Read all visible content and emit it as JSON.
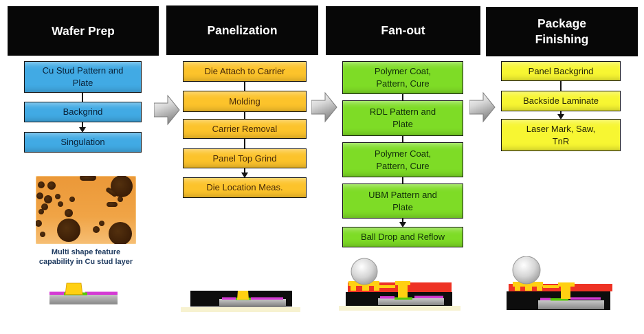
{
  "diagram": {
    "columns": [
      {
        "header": "Wafer Prep",
        "box_color": "#41AAE4",
        "text_color": "#0A2238",
        "steps": [
          "Cu Stud Pattern and\nPlate",
          "Backgrind",
          "Singulation"
        ]
      },
      {
        "header": "Panelization",
        "box_color": "#FCC32B",
        "text_color": "#46290A",
        "steps": [
          "Die Attach to Carrier",
          "Molding",
          "Carrier Removal",
          "Panel Top Grind",
          "Die Location Meas."
        ]
      },
      {
        "header": "Fan-out",
        "box_color": "#7EDC26",
        "text_color": "#12300A",
        "steps": [
          "Polymer Coat,\nPattern, Cure",
          "RDL Pattern and\nPlate",
          "Polymer Coat,\nPattern, Cure",
          "UBM Pattern and\nPlate",
          "Ball Drop and Reflow"
        ]
      },
      {
        "header": "Package\nFinishing",
        "box_color": "#F7F632",
        "text_color": "#26260A",
        "steps": [
          "Panel Backgrind",
          "Backside Laminate",
          "Laser Mark, Saw,\nTnR"
        ]
      }
    ],
    "micrograph_caption": "Multi shape feature\ncapability in Cu stud layer",
    "colors": {
      "header_bg": "#070707",
      "header_text": "#FFFFFF",
      "flow_arrow_gray": "#B9B9B9",
      "mold_black": "#0D0D0D",
      "die_gray": "#ABABAB",
      "rdl_red": "#EE3224",
      "cu_stud_yellow": "#FFD012",
      "pad_green": "#58C908",
      "passivation_magenta": "#D43BD4",
      "carrier_cream": "#F7F2D0",
      "micrograph_orange": "#EFA243",
      "micrograph_dot_brown": "#3E1F06",
      "solder_ball_gray": "#C9C9C9"
    }
  }
}
